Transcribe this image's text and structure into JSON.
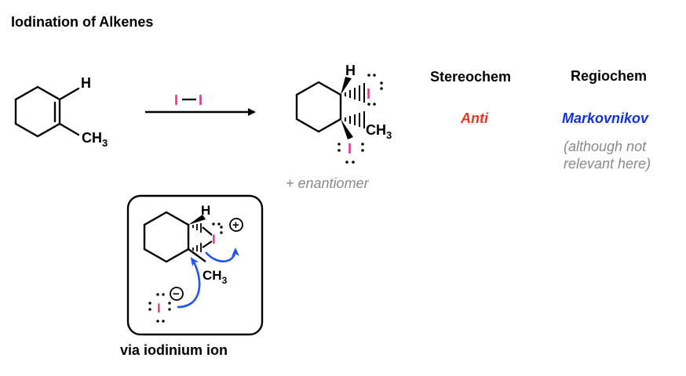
{
  "title": "Iodination of Alkenes",
  "reagent": {
    "left": "I",
    "right": "I"
  },
  "labels": {
    "H": "H",
    "CH": "CH",
    "sub3": "3",
    "I": "I"
  },
  "plus_enantiomer": "+ enantiomer",
  "stereochem": {
    "header": "Stereochem",
    "value": "Anti"
  },
  "regiochem": {
    "header": "Regiochem",
    "value": "Markovnikov",
    "note_line1": "(although not",
    "note_line2": "relevant here)"
  },
  "mechanism_caption": "via iodinium ion",
  "charges": {
    "plus": "+",
    "minus": "−"
  },
  "colors": {
    "iodine": "#e8358e",
    "anti": "#ee3322",
    "markov": "#1133dd",
    "arrow": "#2255ee",
    "gray": "#8a8a8a"
  }
}
